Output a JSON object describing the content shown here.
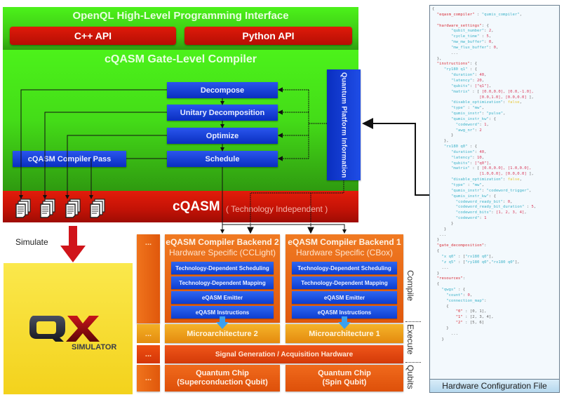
{
  "api_layer": {
    "title": "OpenQL High-Level Programming Interface",
    "apis": [
      "C++ API",
      "Python API"
    ]
  },
  "compiler": {
    "title": "cQASM Gate-Level Compiler",
    "passes": [
      "Decompose",
      "Unitary Decomposition",
      "Optimize",
      "Schedule"
    ],
    "compiler_pass": "cQASM Compiler Pass",
    "platform_info": "Quantum Platform Information"
  },
  "cqasm": {
    "label": "cQASM",
    "subtitle": "( Technology Independent )",
    "document_icons": 4
  },
  "simulate": {
    "label": "Simulate",
    "simulator_logo": "QX",
    "simulator_sub": "SIMULATOR"
  },
  "backends": [
    {
      "title": "eQASM Compiler Backend 2",
      "subtitle": "Hardware Specific (CCLight)",
      "steps": [
        "Technology-Dependent Scheduling",
        "Technology-Dependent Mapping",
        "eQASM Emitter",
        "eQASM Instructions"
      ],
      "microarchitecture": "Microarchitecture 2",
      "chip_line1": "Quantum Chip",
      "chip_line2": "(Superconduction Qubit)"
    },
    {
      "title": "eQASM Compiler Backend 1",
      "subtitle": "Hardware Specific (CBox)",
      "steps": [
        "Technology-Dependent Scheduling",
        "Technology-Dependent Mapping",
        "eQASM Emitter",
        "eQASM Instructions"
      ],
      "microarchitecture": "Microarchitecture 1",
      "chip_line1": "Quantum Chip",
      "chip_line2": "(Spin Qubit)"
    }
  ],
  "signal_hardware": "Signal Generation / Acquisition Hardware",
  "ellipsis": "...",
  "stages": [
    "Compile",
    "Execute",
    "Qubits"
  ],
  "config_file": {
    "caption": "Hardware Configuration File",
    "lines": [
      [
        [
          "p",
          "{"
        ]
      ],
      [
        [
          "p",
          "  "
        ],
        [
          "k",
          "\"eqasm_compiler\""
        ],
        [
          "p",
          " : "
        ],
        [
          "s",
          "\"qumis_compiler\""
        ],
        [
          "p",
          ","
        ]
      ],
      [
        [
          "p",
          ""
        ]
      ],
      [
        [
          "p",
          "  "
        ],
        [
          "k",
          "\"hardware_settings\""
        ],
        [
          "p",
          ": {"
        ]
      ],
      [
        [
          "p",
          "        "
        ],
        [
          "s",
          "\"qubit_number\""
        ],
        [
          "p",
          ": "
        ],
        [
          "n",
          "2"
        ],
        [
          "p",
          ","
        ]
      ],
      [
        [
          "p",
          "        "
        ],
        [
          "s",
          "\"cycle_time\""
        ],
        [
          "p",
          " : "
        ],
        [
          "n",
          "5"
        ],
        [
          "p",
          ","
        ]
      ],
      [
        [
          "p",
          "        "
        ],
        [
          "s",
          "\"mw_mw_buffer\""
        ],
        [
          "p",
          ": "
        ],
        [
          "n",
          "0"
        ],
        [
          "p",
          ","
        ]
      ],
      [
        [
          "p",
          "        "
        ],
        [
          "s",
          "\"mw_flux_buffer\""
        ],
        [
          "p",
          ": "
        ],
        [
          "n",
          "0"
        ],
        [
          "p",
          ","
        ]
      ],
      [
        [
          "p",
          "        ..."
        ]
      ],
      [
        [
          "p",
          "  },"
        ]
      ],
      [
        [
          "p",
          "  "
        ],
        [
          "k",
          "\"instructions\""
        ],
        [
          "p",
          ": {"
        ]
      ],
      [
        [
          "p",
          "     "
        ],
        [
          "s",
          "\"ry180 q1\""
        ],
        [
          "p",
          " : {"
        ]
      ],
      [
        [
          "p",
          "        "
        ],
        [
          "s",
          "\"duration\""
        ],
        [
          "p",
          ": "
        ],
        [
          "n",
          "40"
        ],
        [
          "p",
          ","
        ]
      ],
      [
        [
          "p",
          "        "
        ],
        [
          "s",
          "\"latency\""
        ],
        [
          "p",
          ": "
        ],
        [
          "n",
          "20"
        ],
        [
          "p",
          ","
        ]
      ],
      [
        [
          "p",
          "        "
        ],
        [
          "s",
          "\"qubits\""
        ],
        [
          "p",
          ": "
        ],
        [
          "n",
          "[\"q1\"]"
        ],
        [
          "p",
          ","
        ]
      ],
      [
        [
          "p",
          "        "
        ],
        [
          "s",
          "\"matrix\""
        ],
        [
          "p",
          " : [ "
        ],
        [
          "n",
          "[0.0,0.0], [0.0,-1.0],"
        ]
      ],
      [
        [
          "p",
          "                    "
        ],
        [
          "n",
          "[0.0,1.0], [0.0,0.0]"
        ],
        [
          "p",
          " ],"
        ]
      ],
      [
        [
          "p",
          "        "
        ],
        [
          "s",
          "\"disable_optimization\""
        ],
        [
          "p",
          ": "
        ],
        [
          "f",
          "false"
        ],
        [
          "p",
          ","
        ]
      ],
      [
        [
          "p",
          "        "
        ],
        [
          "s",
          "\"type\""
        ],
        [
          "p",
          " : "
        ],
        [
          "s",
          "\"mw\""
        ],
        [
          "p",
          ","
        ]
      ],
      [
        [
          "p",
          "        "
        ],
        [
          "s",
          "\"qumis_instr\""
        ],
        [
          "p",
          ": "
        ],
        [
          "s",
          "\"pulse\""
        ],
        [
          "p",
          ","
        ]
      ],
      [
        [
          "p",
          "        "
        ],
        [
          "s",
          "\"qumis_instr_kw\""
        ],
        [
          "p",
          ": {"
        ]
      ],
      [
        [
          "p",
          "          "
        ],
        [
          "s",
          "\"codeword\""
        ],
        [
          "p",
          ": "
        ],
        [
          "n",
          "1"
        ],
        [
          "p",
          ","
        ]
      ],
      [
        [
          "p",
          "          "
        ],
        [
          "s",
          "\"awg_nr\""
        ],
        [
          "p",
          ": "
        ],
        [
          "n",
          "2"
        ]
      ],
      [
        [
          "p",
          "        }"
        ]
      ],
      [
        [
          "p",
          "     },"
        ]
      ],
      [
        [
          "p",
          "     "
        ],
        [
          "s",
          "\"rx180 q0\""
        ],
        [
          "p",
          " : {"
        ]
      ],
      [
        [
          "p",
          "        "
        ],
        [
          "s",
          "\"duration\""
        ],
        [
          "p",
          ": "
        ],
        [
          "n",
          "40"
        ],
        [
          "p",
          ","
        ]
      ],
      [
        [
          "p",
          "        "
        ],
        [
          "s",
          "\"latency\""
        ],
        [
          "p",
          ": "
        ],
        [
          "n",
          "10"
        ],
        [
          "p",
          ","
        ]
      ],
      [
        [
          "p",
          "        "
        ],
        [
          "s",
          "\"qubits\""
        ],
        [
          "p",
          ": "
        ],
        [
          "n",
          "[\"q0\"]"
        ],
        [
          "p",
          ","
        ]
      ],
      [
        [
          "p",
          "        "
        ],
        [
          "s",
          "\"matrix\""
        ],
        [
          "p",
          " : [ "
        ],
        [
          "n",
          "[0.0,0.0], [1.0,0.0],"
        ]
      ],
      [
        [
          "p",
          "                    "
        ],
        [
          "n",
          "[1.0,0.0], [0.0,0.0]"
        ],
        [
          "p",
          " ],"
        ]
      ],
      [
        [
          "p",
          "        "
        ],
        [
          "s",
          "\"disable_optimization\""
        ],
        [
          "p",
          ": "
        ],
        [
          "f",
          "false"
        ],
        [
          "p",
          ","
        ]
      ],
      [
        [
          "p",
          "        "
        ],
        [
          "s",
          "\"type\""
        ],
        [
          "p",
          " : "
        ],
        [
          "s",
          "\"mw\""
        ],
        [
          "p",
          ","
        ]
      ],
      [
        [
          "p",
          "        "
        ],
        [
          "s",
          "\"qumis_instr\""
        ],
        [
          "p",
          ": "
        ],
        [
          "s",
          "\"codeword_trigger\""
        ],
        [
          "p",
          ","
        ]
      ],
      [
        [
          "p",
          "        "
        ],
        [
          "s",
          "\"qumis_instr_kw\""
        ],
        [
          "p",
          ": {"
        ]
      ],
      [
        [
          "p",
          "          "
        ],
        [
          "s",
          "\"codeword_ready_bit\""
        ],
        [
          "p",
          ": "
        ],
        [
          "n",
          "0"
        ],
        [
          "p",
          ","
        ]
      ],
      [
        [
          "p",
          "          "
        ],
        [
          "s",
          "\"codeword_ready_bit_duration\""
        ],
        [
          "p",
          " : "
        ],
        [
          "n",
          "5"
        ],
        [
          "p",
          ","
        ]
      ],
      [
        [
          "p",
          "          "
        ],
        [
          "s",
          "\"codeword_bits\""
        ],
        [
          "p",
          ": "
        ],
        [
          "n",
          "[1, 2, 3, 4]"
        ],
        [
          "p",
          ","
        ]
      ],
      [
        [
          "p",
          "          "
        ],
        [
          "s",
          "\"codeword\""
        ],
        [
          "p",
          ": "
        ],
        [
          "n",
          "1"
        ]
      ],
      [
        [
          "p",
          "        }"
        ]
      ],
      [
        [
          "p",
          "     }"
        ]
      ],
      [
        [
          "p",
          "   ..."
        ]
      ],
      [
        [
          "p",
          "  }"
        ]
      ],
      [
        [
          "p",
          "  "
        ],
        [
          "k",
          "\"gate_decomposition\""
        ],
        [
          "p",
          ":"
        ]
      ],
      [
        [
          "p",
          "  {"
        ]
      ],
      [
        [
          "p",
          "    "
        ],
        [
          "s",
          "\"x q0\""
        ],
        [
          "p",
          " : ["
        ],
        [
          "s",
          "\"rx180 q0\""
        ],
        [
          "p",
          "],"
        ]
      ],
      [
        [
          "p",
          "    "
        ],
        [
          "s",
          "\"z q5\""
        ],
        [
          "p",
          " : ["
        ],
        [
          "s",
          "\"ry180 q0\""
        ],
        [
          "p",
          ","
        ],
        [
          "s",
          "\"rx180 q0\""
        ],
        [
          "p",
          "],"
        ]
      ],
      [
        [
          "p",
          "    ..."
        ]
      ],
      [
        [
          "p",
          "  }"
        ]
      ],
      [
        [
          "p",
          "  "
        ],
        [
          "k",
          "\"resources\""
        ],
        [
          "p",
          ":"
        ]
      ],
      [
        [
          "p",
          "  {"
        ]
      ],
      [
        [
          "p",
          "    "
        ],
        [
          "s",
          "\"qwgs\""
        ],
        [
          "p",
          " : {"
        ]
      ],
      [
        [
          "p",
          "      "
        ],
        [
          "s",
          "\"count\""
        ],
        [
          "p",
          ": "
        ],
        [
          "n",
          "0"
        ],
        [
          "p",
          ","
        ]
      ],
      [
        [
          "p",
          "      "
        ],
        [
          "s",
          "\"connection_map\""
        ],
        [
          "p",
          ":"
        ]
      ],
      [
        [
          "p",
          "      {"
        ]
      ],
      [
        [
          "p",
          "          "
        ],
        [
          "k",
          "\"0\""
        ],
        [
          "p",
          " : [0, 1],"
        ]
      ],
      [
        [
          "p",
          "          "
        ],
        [
          "k",
          "\"1\""
        ],
        [
          "p",
          " : [2, 3, 4],"
        ]
      ],
      [
        [
          "p",
          "          "
        ],
        [
          "k",
          "\"2\""
        ],
        [
          "p",
          " : [5, 6]"
        ]
      ],
      [
        [
          "p",
          "      }"
        ]
      ],
      [
        [
          "p",
          "        ..."
        ]
      ],
      [
        [
          "p",
          "    }"
        ]
      ]
    ]
  }
}
